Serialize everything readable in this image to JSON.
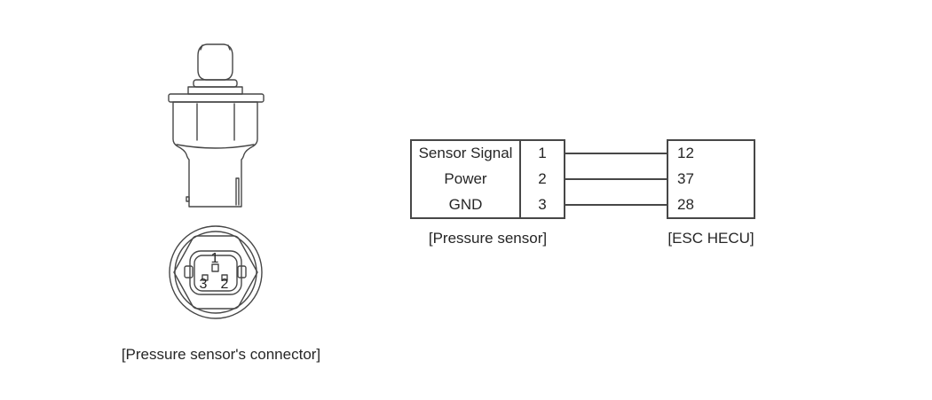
{
  "diagram": {
    "connector_view": {
      "caption": "[Pressure sensor's connector]",
      "pins": [
        {
          "label": "1"
        },
        {
          "label": "3"
        },
        {
          "label": "2"
        }
      ]
    },
    "wiring": {
      "sensor": {
        "caption": "[Pressure sensor]",
        "rows": [
          {
            "signal": "Sensor Signal",
            "pin": "1",
            "hecu_pin": "12"
          },
          {
            "signal": "Power",
            "pin": "2",
            "hecu_pin": "37"
          },
          {
            "signal": "GND",
            "pin": "3",
            "hecu_pin": "28"
          }
        ]
      },
      "hecu": {
        "caption": "[ESC HECU]"
      }
    },
    "colors": {
      "line": "#474747",
      "text": "#262626"
    }
  }
}
